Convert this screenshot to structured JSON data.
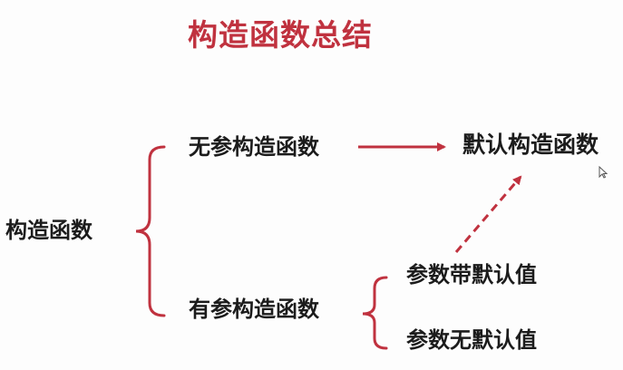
{
  "title": "构造函数总结",
  "root": "构造函数",
  "branches": {
    "no_arg": "无参构造函数",
    "with_arg": "有参构造函数"
  },
  "default_constructor": "默认构造函数",
  "sub_branches": {
    "has_default": "参数带默认值",
    "no_default": "参数无默认值"
  },
  "colors": {
    "accent": "#c0323f",
    "text": "#1c1c1c"
  },
  "icons": [
    "left-brace-icon",
    "solid-arrow-icon",
    "dashed-arrow-icon",
    "mouse-cursor-icon"
  ]
}
